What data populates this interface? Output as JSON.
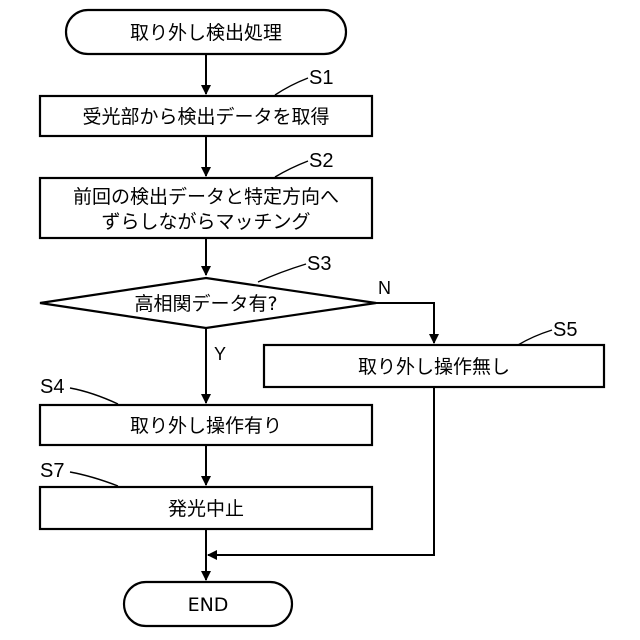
{
  "start": {
    "label": "取り外し検出処理"
  },
  "end": {
    "label": "END"
  },
  "steps": {
    "s1": {
      "id": "S1",
      "label": "受光部から検出データを取得"
    },
    "s2": {
      "id": "S2",
      "line1": "前回の検出データと特定方向へ",
      "line2": "ずらしながらマッチング"
    },
    "s3": {
      "id": "S3",
      "label": "高相関データ有?"
    },
    "s4": {
      "id": "S4",
      "label": "取り外し操作有り"
    },
    "s5": {
      "id": "S5",
      "label": "取り外し操作無し"
    },
    "s7": {
      "id": "S7",
      "label": "発光中止"
    }
  },
  "branches": {
    "yes": "Y",
    "no": "N"
  }
}
